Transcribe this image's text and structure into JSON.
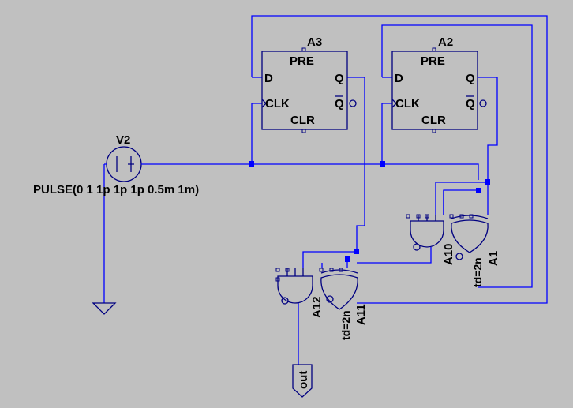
{
  "source": {
    "name": "V2",
    "value": "PULSE(0 1 1p 1p 1p 0.5m 1m)",
    "symbol_text": "∣ ╎"
  },
  "flipflops": [
    {
      "name": "A3",
      "pre": "PRE",
      "d": "D",
      "clk": "CLK",
      "clr": "CLR",
      "q": "Q",
      "qbar": "Q"
    },
    {
      "name": "A2",
      "pre": "PRE",
      "d": "D",
      "clk": "CLK",
      "clr": "CLR",
      "q": "Q",
      "qbar": "Q"
    }
  ],
  "gates": {
    "a10": {
      "name": "A10"
    },
    "a1": {
      "name": "A1",
      "td": "td=2n"
    },
    "a12": {
      "name": "A12"
    },
    "a11": {
      "name": "A11",
      "td": "td=2n"
    }
  },
  "output": {
    "label": "out"
  },
  "colors": {
    "background": "#c0c0c0",
    "wire": "#0000ff",
    "component": "#000080",
    "text": "#000000"
  }
}
